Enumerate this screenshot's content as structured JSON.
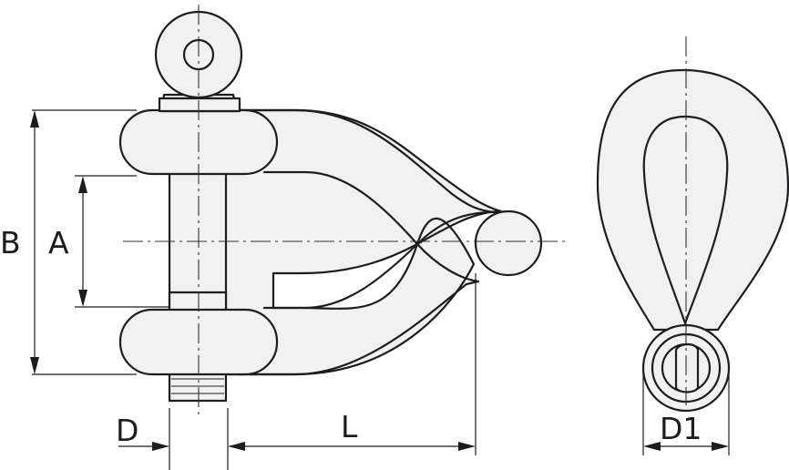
{
  "dimensions": {
    "height_outer": "B",
    "height_inner": "A",
    "pin_diameter": "D",
    "length": "L",
    "eye_diameter": "D1"
  },
  "colors": {
    "line": "#1d1d1f",
    "part_fill": "#f1f1f1",
    "background": "#ffffff"
  }
}
